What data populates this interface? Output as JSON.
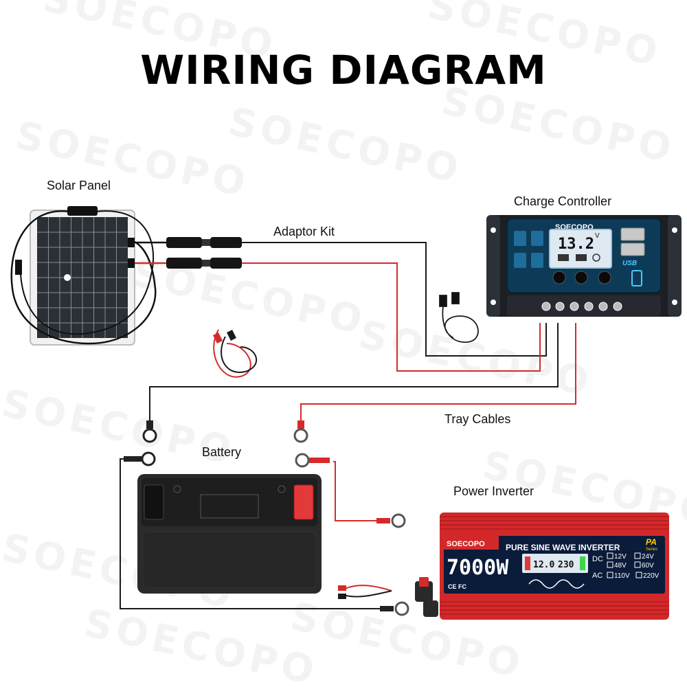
{
  "title": "WIRING DIAGRAM",
  "watermark": "SOECOPO",
  "labels": {
    "solar_panel": "Solar Panel",
    "adaptor_kit": "Adaptor Kit",
    "charge_controller": "Charge Controller",
    "tray_cables": "Tray Cables",
    "battery": "Battery",
    "power_inverter": "Power Inverter"
  },
  "controller": {
    "brand": "SOECOPO",
    "display_value": "13.2",
    "display_unit": "V",
    "usb_label": "USB"
  },
  "inverter": {
    "brand": "SOECOPO",
    "series": "PA",
    "series_sub": "Series",
    "headline": "PURE SINE WAVE INVERTER",
    "power": "7000W",
    "lcd_in": "12.0",
    "lcd_out": "230",
    "dc_label": "DC",
    "ac_label": "AC",
    "dc_options": [
      "12V",
      "24V",
      "48V",
      "60V"
    ],
    "ac_options": [
      "110V",
      "220V"
    ],
    "cert": "CE FC"
  },
  "colors": {
    "wire_black": "#1a1a1a",
    "wire_red": "#d62a2a",
    "controller_body": "#1c1f24",
    "controller_screen": "#0d3b57",
    "inverter_red": "#d3282a",
    "inverter_panel": "#0b1b3a",
    "battery_body": "#2a2a2a"
  }
}
